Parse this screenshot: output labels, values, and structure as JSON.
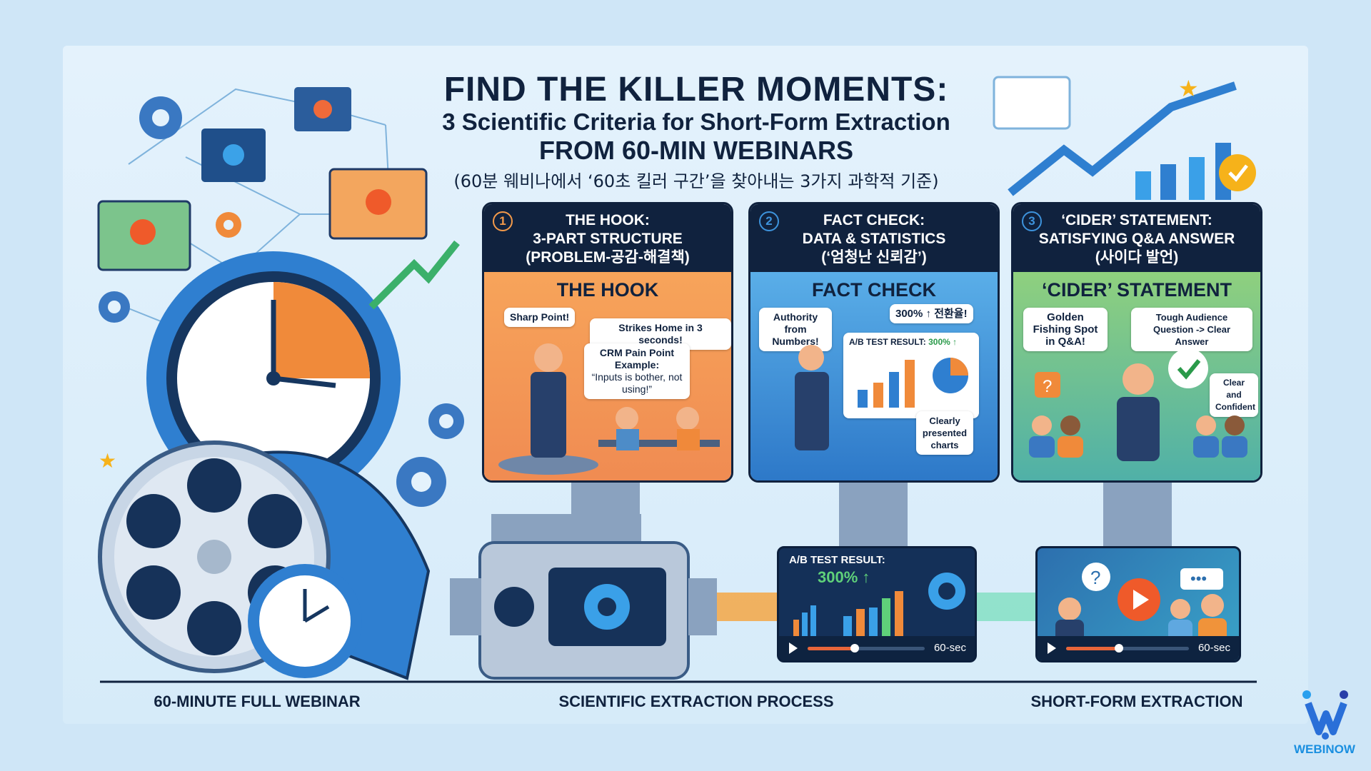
{
  "title": {
    "line1": "FIND THE KILLER MOMENTS:",
    "line2": "3 Scientific Criteria for Short-Form Extraction",
    "line3": "FROM 60-MIN WEBINARS",
    "line4": "(60분 웨비나에서 ‘60초 킬러 구간’을 찾아내는 3가지 과학적 기준)"
  },
  "panels": [
    {
      "num": "1",
      "head1": "THE HOOK:",
      "head2": "3-PART STRUCTURE",
      "head3": "(PROBLEM-공감-해결책)",
      "title": "THE HOOK",
      "bubbles": [
        "Sharp Point!",
        "Strikes Home in 3 seconds!",
        "CRM Pain Point Example:",
        "“Inputs is bother, not using!”"
      ],
      "color": "#f39a4a"
    },
    {
      "num": "2",
      "head1": "FACT CHECK:",
      "head2": "DATA & STATISTICS",
      "head3": "(‘엄청난 신뢰감’)",
      "title": "FACT CHECK",
      "bubbles": [
        "Authority from Numbers!",
        "300% ↑ 전환율!",
        "A/B TEST RESULT:",
        "300% ↑",
        "Clearly presented charts"
      ],
      "color": "#3d93dc"
    },
    {
      "num": "3",
      "head1": "‘CIDER’ STATEMENT:",
      "head2": "SATISFYING Q&A ANSWER",
      "head3": "(사이다 발언)",
      "title": "‘CIDER’ STATEMENT",
      "bubbles": [
        "Golden Fishing Spot in Q&A!",
        "Tough Audience Question -> Clear Answer",
        "Clear and Confident"
      ],
      "color": "#7cc87a"
    }
  ],
  "videos": [
    {
      "label": "A/B TEST RESULT:",
      "value": "300% ↑",
      "time": "60-sec",
      "progress": 0.4
    },
    {
      "time": "60-sec",
      "progress": 0.43
    }
  ],
  "bottom_labels": [
    "60-MINUTE FULL WEBINAR",
    "SCIENTIFIC EXTRACTION PROCESS",
    "SHORT-FORM EXTRACTION"
  ],
  "brand": {
    "name": "WEBINOW",
    "color": "#1a8fe0"
  }
}
